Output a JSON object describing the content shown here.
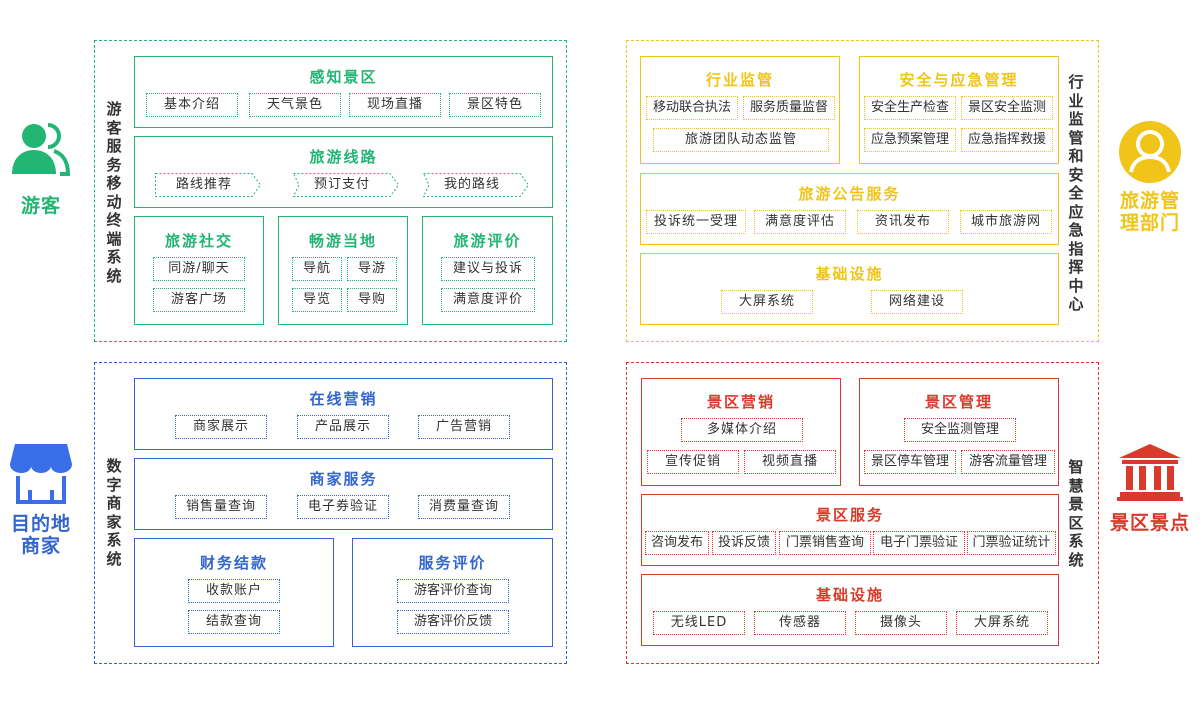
{
  "colors": {
    "green": "#22b573",
    "yellow": "#f0c419",
    "blue": "#3366cc",
    "red": "#d93a2b",
    "text": "#333333"
  },
  "roles": {
    "tourist": {
      "label": "游客",
      "icon": "person-group-icon"
    },
    "merchant": {
      "label_line1": "目的地",
      "label_line2": "商家",
      "icon": "shop-icon"
    },
    "tourism_dept": {
      "label_line1": "旅游管",
      "label_line2": "理部门",
      "icon": "person-circle-icon"
    },
    "scenic_spot": {
      "label": "景区景点",
      "icon": "temple-icon"
    }
  },
  "systems": {
    "tourist_mobile": "游客服务移动终端系统",
    "industry_center": "行业监管和安全应急指挥中心",
    "digital_merchant": "数字商家系统",
    "smart_scenic": "智慧景区系统"
  },
  "tourist": {
    "perception": {
      "title": "感知景区",
      "items": [
        "基本介绍",
        "天气景色",
        "现场直播",
        "景区特色"
      ]
    },
    "routes": {
      "title": "旅游线路",
      "items": [
        "路线推荐",
        "预订支付",
        "我的路线"
      ]
    },
    "social": {
      "title": "旅游社交",
      "items": [
        "同游/聊天",
        "游客广场"
      ]
    },
    "local": {
      "title": "畅游当地",
      "items": [
        "导航",
        "导游",
        "导览",
        "导购"
      ]
    },
    "review": {
      "title": "旅游评价",
      "items": [
        "建议与投诉",
        "满意度评价"
      ]
    }
  },
  "dept": {
    "industry": {
      "title": "行业监管",
      "items": [
        "移动联合执法",
        "服务质量监督",
        "旅游团队动态监管"
      ]
    },
    "safety": {
      "title": "安全与应急管理",
      "items": [
        "安全生产检查",
        "景区安全监测",
        "应急预案管理",
        "应急指挥救援"
      ]
    },
    "notice": {
      "title": "旅游公告服务",
      "items": [
        "投诉统一受理",
        "满意度评估",
        "资讯发布",
        "城市旅游网"
      ]
    },
    "infra": {
      "title": "基础设施",
      "items": [
        "大屏系统",
        "网络建设"
      ]
    }
  },
  "merchant": {
    "marketing": {
      "title": "在线营销",
      "items": [
        "商家展示",
        "产品展示",
        "广告营销"
      ]
    },
    "service": {
      "title": "商家服务",
      "items": [
        "销售量查询",
        "电子券验证",
        "消费量查询"
      ]
    },
    "finance": {
      "title": "财务结款",
      "items": [
        "收款账户",
        "结款查询"
      ]
    },
    "evaluation": {
      "title": "服务评价",
      "items": [
        "游客评价查询",
        "游客评价反馈"
      ]
    }
  },
  "scenic": {
    "marketing": {
      "title": "景区营销",
      "items": [
        "多媒体介绍",
        "宣传促销",
        "视频直播"
      ]
    },
    "management": {
      "title": "景区管理",
      "items": [
        "安全监测管理",
        "景区停车管理",
        "游客流量管理"
      ]
    },
    "service": {
      "title": "景区服务",
      "items": [
        "咨询发布",
        "投诉反馈",
        "门票销售查询",
        "电子门票验证",
        "门票验证统计"
      ]
    },
    "infra": {
      "title": "基础设施",
      "items": [
        "无线LED",
        "传感器",
        "摄像头",
        "大屏系统"
      ]
    }
  }
}
